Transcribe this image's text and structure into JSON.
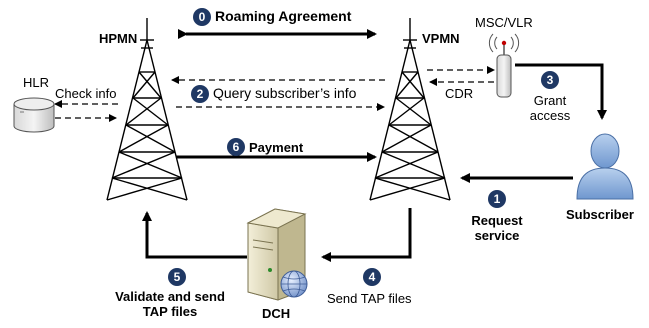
{
  "nodes": {
    "hpmn": "HPMN",
    "vpmn": "VPMN",
    "hlr": "HLR",
    "msc_vlr": "MSC/VLR",
    "subscriber": "Subscriber",
    "dch": "DCH"
  },
  "steps": [
    {
      "number": "0",
      "label": "Roaming Agreement"
    },
    {
      "number": "1",
      "label": "Request service"
    },
    {
      "number": "2",
      "label": "Query subscriber’s info"
    },
    {
      "number": "3",
      "label": "Grant access"
    },
    {
      "number": "4",
      "label": "Send TAP files"
    },
    {
      "number": "5",
      "label": "Validate and send TAP files"
    },
    {
      "number": "6",
      "label": "Payment"
    }
  ],
  "step_lines": {
    "request_service": [
      "Request",
      "service"
    ],
    "grant_access": [
      "Grant",
      "access"
    ],
    "validate_send": [
      "Validate and send",
      "TAP files"
    ]
  },
  "aux_labels": {
    "check_info": "Check info",
    "cdr": "CDR"
  },
  "colors": {
    "badge": "#1f3864",
    "arrow": "#000000",
    "subscriber": "#8fb3e0"
  }
}
